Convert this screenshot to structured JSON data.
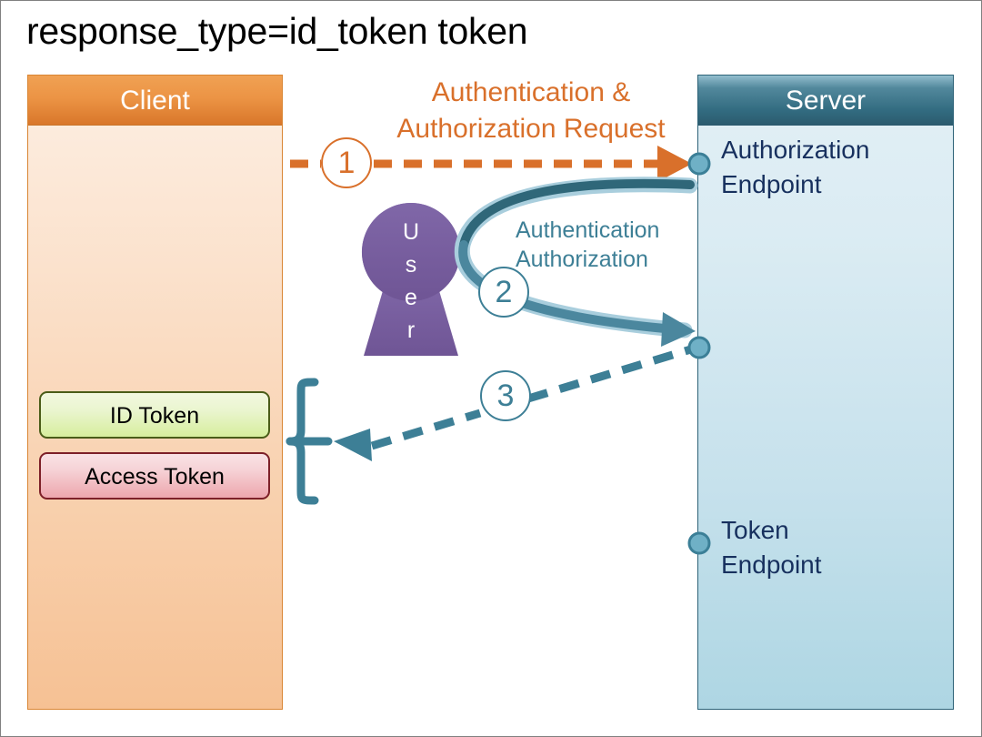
{
  "title": "response_type=id_token token",
  "client": {
    "header": "Client",
    "tokens": [
      {
        "label": "ID Token",
        "name": "id-token-box",
        "color": "#d7ee9d"
      },
      {
        "label": "Access Token",
        "name": "access-token-box",
        "color": "#eda6ad"
      }
    ]
  },
  "server": {
    "header": "Server",
    "endpoints": [
      {
        "label": "Authorization\nEndpoint",
        "line1": "Authorization",
        "line2": "Endpoint"
      },
      {
        "label": "Token\nEndpoint",
        "line1": "Token",
        "line2": "Endpoint"
      }
    ]
  },
  "user": {
    "label": "User",
    "letters": [
      "U",
      "s",
      "e",
      "r"
    ]
  },
  "flows": [
    {
      "step": "1",
      "label_line1": "Authentication &",
      "label_line2": "Authorization Request",
      "style": "dashed",
      "color": "#d9702b",
      "from": "client",
      "to": "authorization-endpoint"
    },
    {
      "step": "2",
      "label_line1": "Authentication",
      "label_line2": "Authorization",
      "style": "curved-solid",
      "color": "#3d7f96",
      "from": "user",
      "to": "authorization-endpoint"
    },
    {
      "step": "3",
      "label_line1": "",
      "label_line2": "",
      "style": "dashed",
      "color": "#3d7f96",
      "from": "authorization-endpoint",
      "to": "client-tokens"
    }
  ],
  "colors": {
    "client_accent": "#d9702b",
    "server_accent": "#2d6277",
    "endpoint_text": "#17305e",
    "flow_teal": "#3d7f96",
    "user_purple": "#7a5fa0",
    "id_token_border": "#4a5c18",
    "access_token_border": "#7d2028",
    "title_text": "#000000"
  }
}
